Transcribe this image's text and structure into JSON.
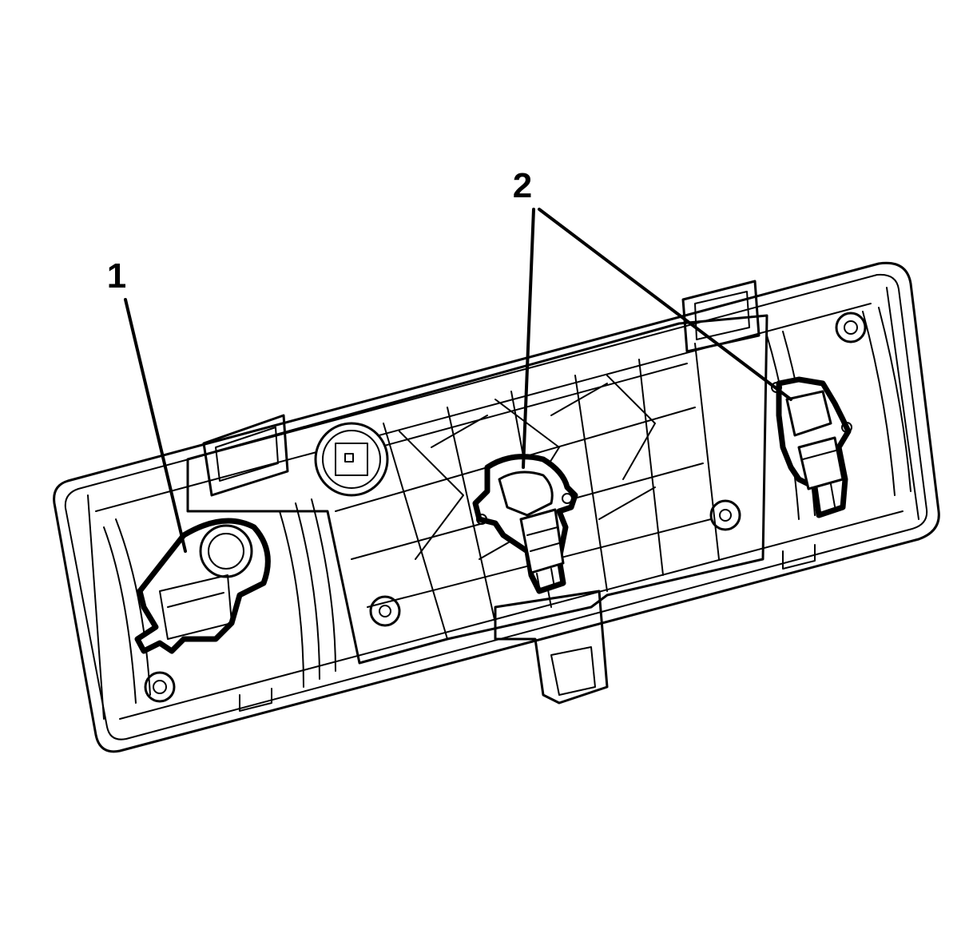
{
  "figure": {
    "callouts": [
      {
        "id": "1",
        "text": "1"
      },
      {
        "id": "2",
        "text": "2"
      }
    ]
  },
  "colors": {
    "line": "#000000",
    "background": "#ffffff"
  },
  "icons": [
    "lamp-housing",
    "bulb-socket",
    "connector",
    "mounting-boss"
  ]
}
